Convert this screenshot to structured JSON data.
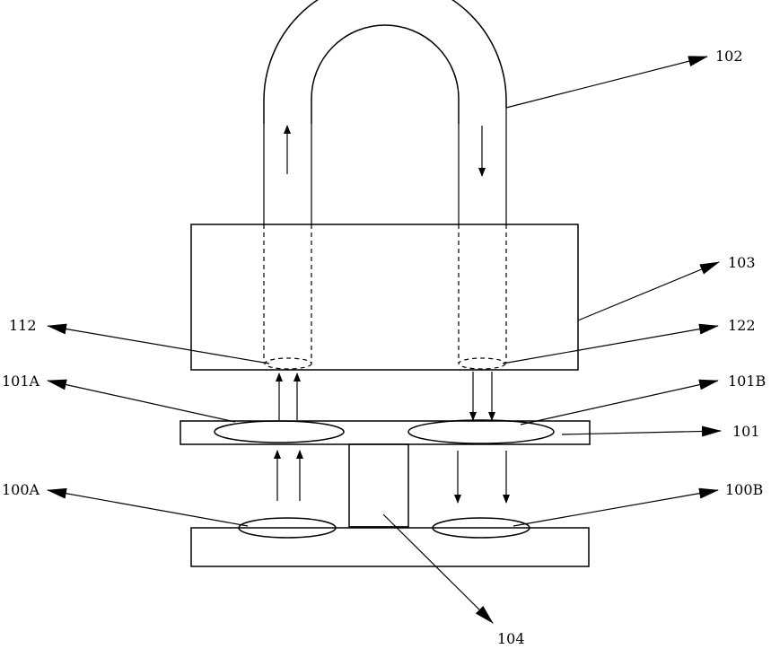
{
  "labels": {
    "l102": "102",
    "l103": "103",
    "l112": "112",
    "l122": "122",
    "l101A": "101A",
    "l101B": "101B",
    "l101": "101",
    "l100A": "100A",
    "l100B": "100B",
    "l104": "104"
  }
}
